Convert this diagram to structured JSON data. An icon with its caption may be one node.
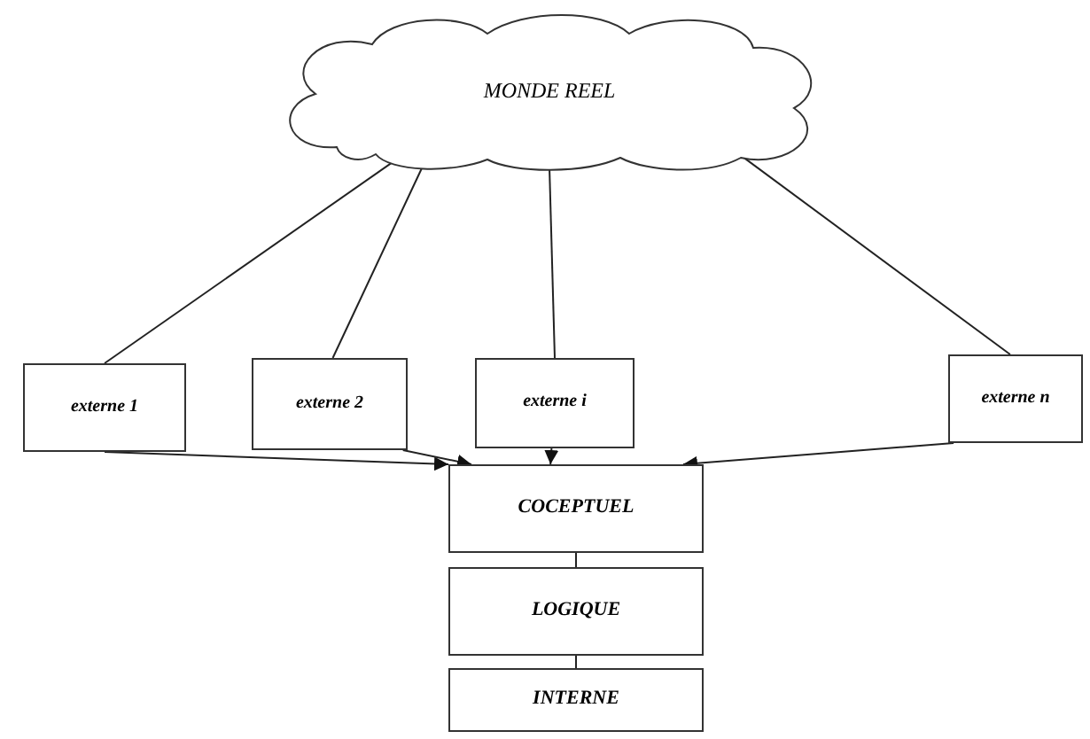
{
  "diagram": {
    "nodes": [
      {
        "text": [
          "MONDE REEL"
        ]
      },
      {
        "text": [
          "externe 1"
        ]
      },
      {
        "text": [
          "externe 2"
        ]
      },
      {
        "text": [
          "externe i"
        ]
      },
      {
        "text": [
          "externe n"
        ]
      },
      {
        "text": [
          "COCEPTUEL"
        ]
      },
      {
        "text": [
          "LOGIQUE"
        ]
      },
      {
        "text": [
          "INTERNE"
        ]
      }
    ],
    "edges": [
      {
        "from": 0,
        "to": 1,
        "arrow": "none"
      },
      {
        "from": 0,
        "to": 2,
        "arrow": "none"
      },
      {
        "from": 0,
        "to": 3,
        "arrow": "none"
      },
      {
        "from": 0,
        "to": 4,
        "arrow": "none"
      },
      {
        "from": 1,
        "to": 5,
        "arrow": "to"
      },
      {
        "from": 2,
        "to": 5,
        "arrow": "to"
      },
      {
        "from": 3,
        "to": 5,
        "arrow": "to"
      },
      {
        "from": 4,
        "to": 5,
        "arrow": "to"
      },
      {
        "from": 5,
        "to": 6,
        "arrow": "none"
      },
      {
        "from": 6,
        "to": 7,
        "arrow": "none"
      }
    ]
  }
}
